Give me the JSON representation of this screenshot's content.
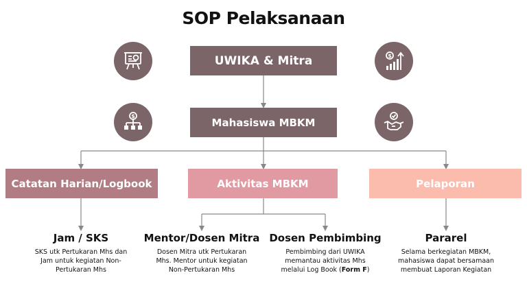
{
  "title": "SOP Pelaksanaan",
  "nodes": {
    "top": "UWIKA & Mitra",
    "mid": "Mahasiswa MBKM",
    "left": "Catatan Harian/Logbook",
    "center": "Aktivitas MBKM",
    "right": "Pelaporan"
  },
  "icons": {
    "top_left": "presentation-board-icon",
    "top_right": "growth-chart-dollar-icon",
    "mid_left": "organization-dollar-icon",
    "mid_right": "handshake-check-icon"
  },
  "details": {
    "jam": {
      "heading": "Jam / SKS",
      "lines": [
        "SKS utk Pertukaran Mhs dan",
        "Jam untuk kegiatan Non-",
        "Pertukaran Mhs"
      ]
    },
    "mentor": {
      "heading": "Mentor/Dosen Mitra",
      "lines": [
        "Dosen Mitra utk Pertukaran",
        "Mhs. Mentor untuk kegiatan",
        "Non-Pertukaran Mhs"
      ]
    },
    "pembimbing": {
      "heading": "Dosen Pembimbing",
      "lines": [
        "Pembimbing dari UWIKA",
        "memantau aktivitas Mhs"
      ],
      "last_prefix": "melalui Log Book (",
      "last_bold": "Form F",
      "last_suffix": ")"
    },
    "pararel": {
      "heading": "Pararel",
      "lines": [
        "Selama berkegiatan MBKM,",
        "mahasiswa dapat bersamaan",
        "membuat Laporan Kegiatan"
      ]
    }
  },
  "colors": {
    "dark": "#7b6569",
    "muted": "#b17c84",
    "pink": "#e19aa2",
    "peach": "#fbbcae",
    "line": "#888888"
  }
}
